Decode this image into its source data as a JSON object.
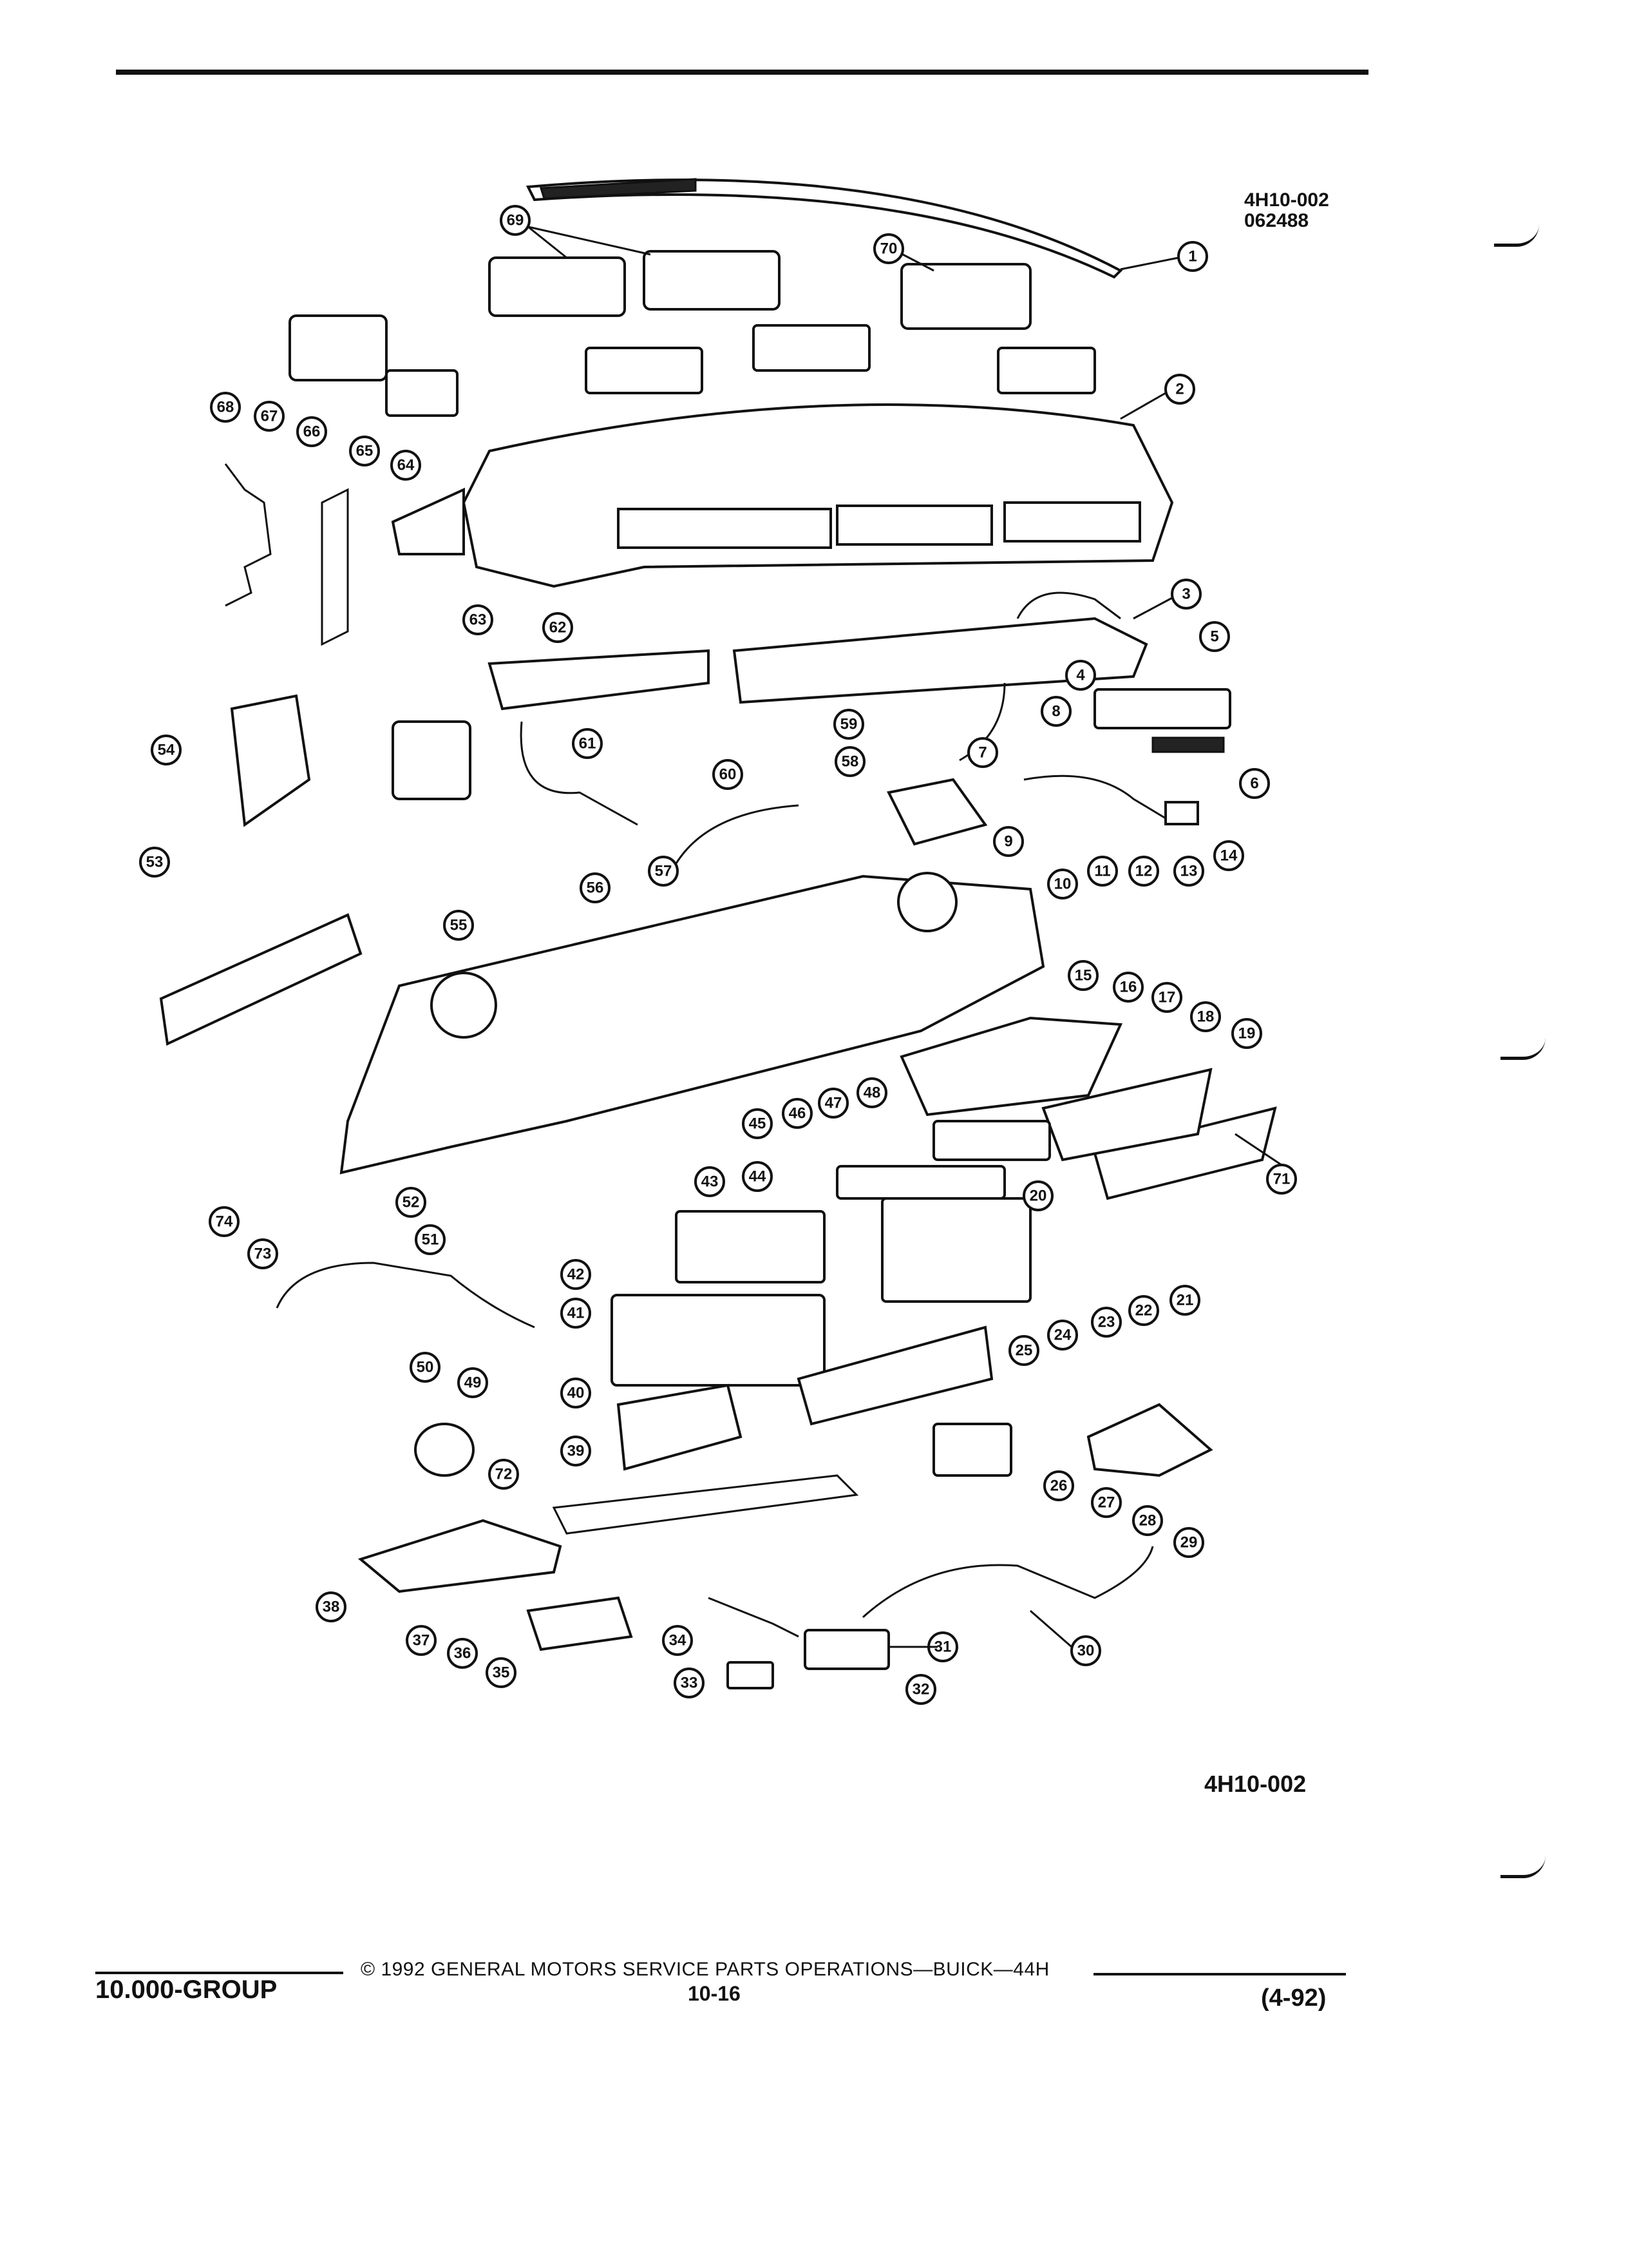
{
  "figure": {
    "code_top_line1": "4H10-002",
    "code_top_line2": "062488",
    "code_bottom": "4H10-002"
  },
  "callouts": [
    "1",
    "2",
    "3",
    "4",
    "5",
    "6",
    "7",
    "8",
    "9",
    "10",
    "11",
    "12",
    "13",
    "14",
    "15",
    "16",
    "17",
    "18",
    "19",
    "20",
    "21",
    "22",
    "23",
    "24",
    "25",
    "26",
    "27",
    "28",
    "29",
    "30",
    "31",
    "32",
    "33",
    "34",
    "35",
    "36",
    "37",
    "38",
    "39",
    "40",
    "41",
    "42",
    "43",
    "44",
    "45",
    "46",
    "47",
    "48",
    "49",
    "50",
    "51",
    "52",
    "53",
    "54",
    "55",
    "56",
    "57",
    "58",
    "59",
    "60",
    "61",
    "62",
    "63",
    "64",
    "65",
    "66",
    "67",
    "68",
    "69",
    "70",
    "71",
    "72",
    "73",
    "74"
  ],
  "footer": {
    "group": "10.000-GROUP",
    "copyright": "©  1992  GENERAL MOTORS SERVICE PARTS OPERATIONS—BUICK—44H",
    "page": "10-16",
    "date": "(4-92)"
  }
}
